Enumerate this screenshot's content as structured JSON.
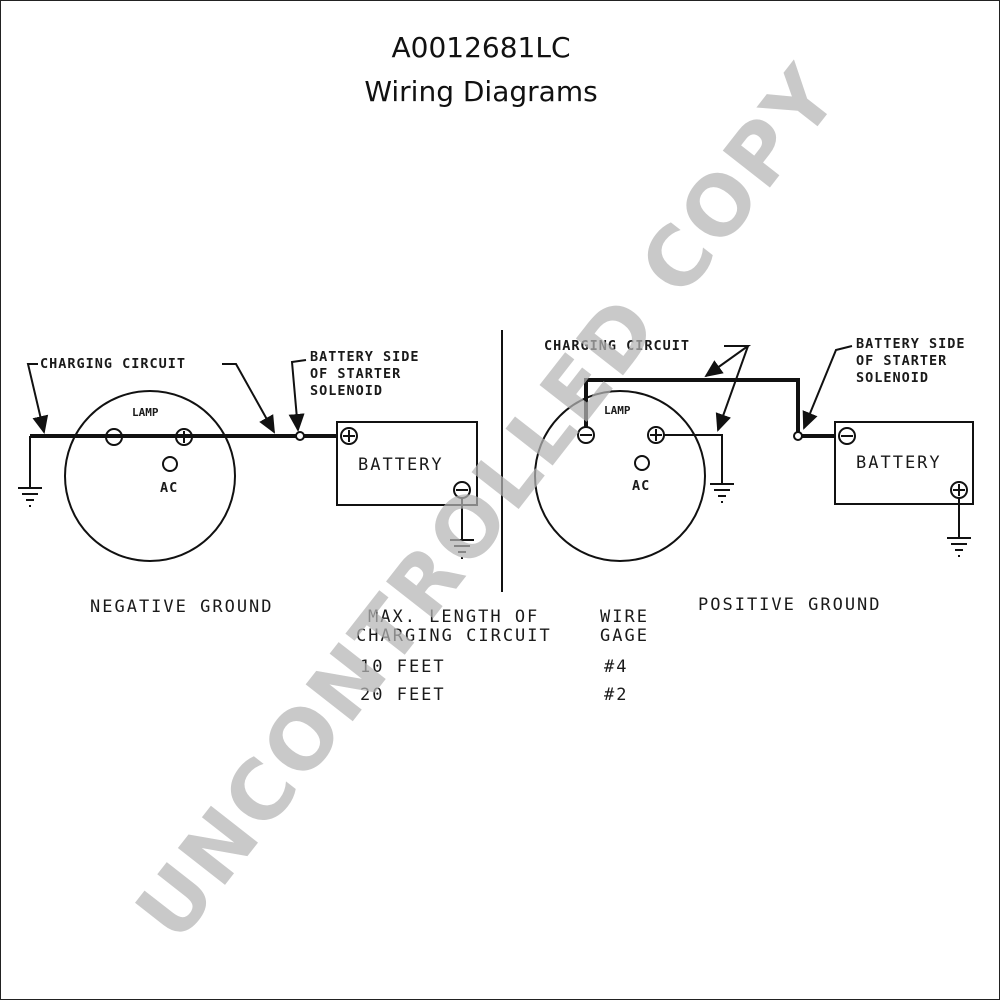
{
  "header": {
    "code": "A0012681LC",
    "subtitle": "Wiring Diagrams"
  },
  "left_diagram": {
    "caption": "NEGATIVE GROUND",
    "charging_circuit_label": "CHARGING CIRCUIT",
    "solenoid_label_lines": [
      "BATTERY SIDE",
      "OF STARTER",
      "SOLENOID"
    ],
    "lamp_label": "LAMP",
    "ac_label": "AC",
    "battery_label": "BATTERY"
  },
  "right_diagram": {
    "caption": "POSITIVE GROUND",
    "charging_circuit_label": "CHARGING CIRCUIT",
    "solenoid_label_lines": [
      "BATTERY SIDE",
      "OF STARTER",
      "SOLENOID"
    ],
    "lamp_label": "LAMP",
    "ac_label": "AC",
    "battery_label": "BATTERY"
  },
  "wire_table": {
    "header_left": [
      "MAX. LENGTH OF",
      "CHARGING CIRCUIT"
    ],
    "header_right": [
      "WIRE",
      "GAGE"
    ],
    "rows": [
      {
        "length": "10 FEET",
        "gage": "#4"
      },
      {
        "length": "20 FEET",
        "gage": "#2"
      }
    ]
  },
  "watermark": "UNCONTROLLED COPY"
}
